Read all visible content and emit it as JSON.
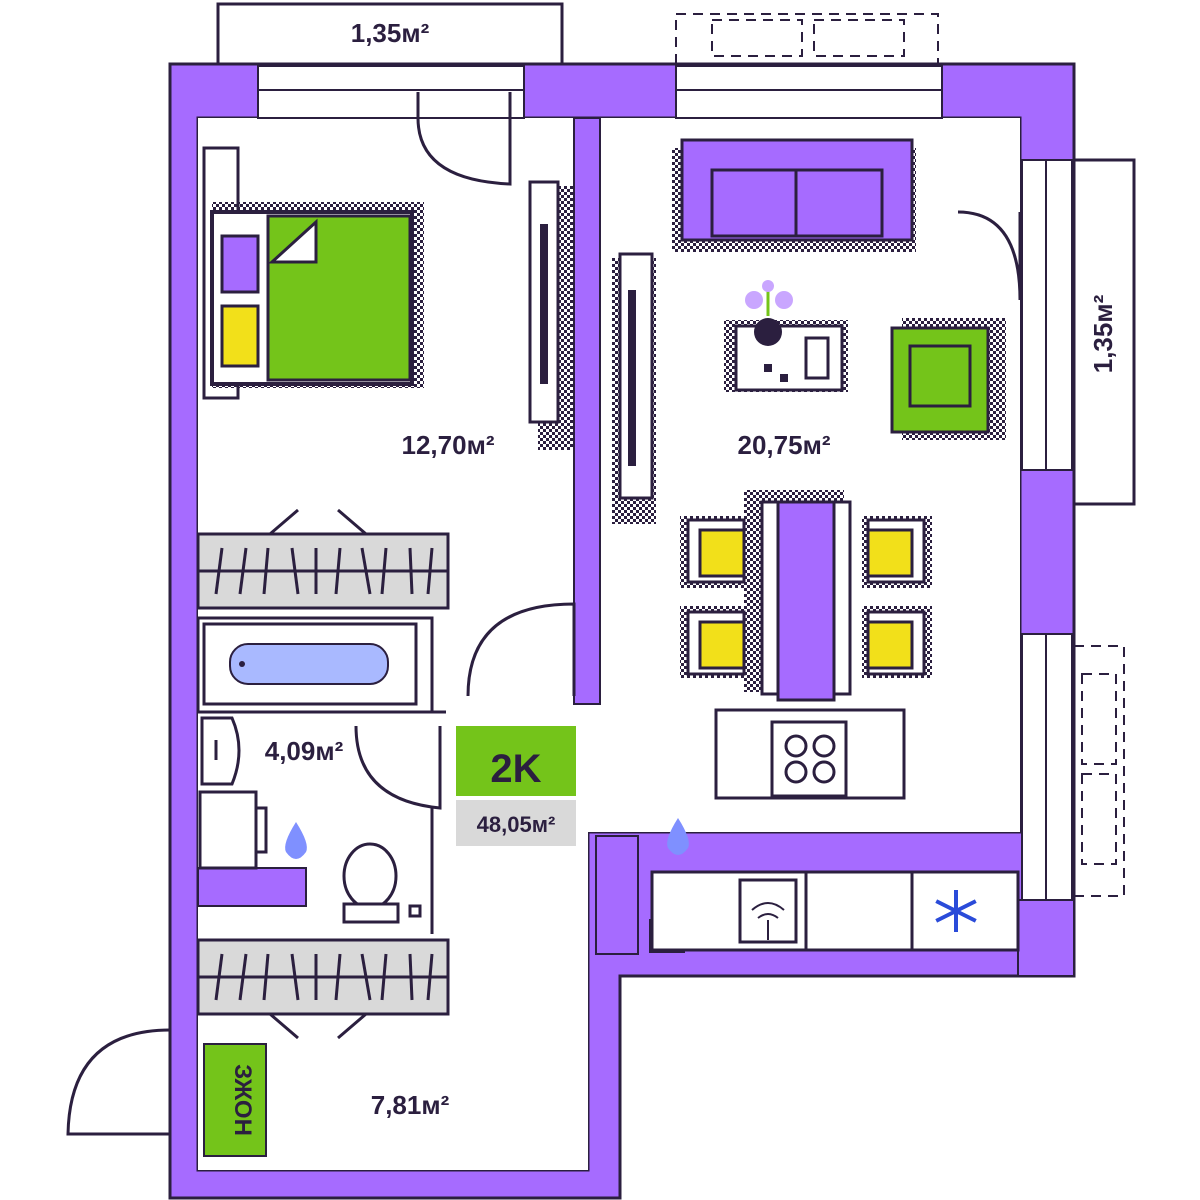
{
  "plan": {
    "rooms": {
      "bedroom_area": "12,70м²",
      "living_area": "20,75м²",
      "bathroom_area": "4,09м²",
      "hall_area": "7,81м²"
    },
    "balconies": {
      "top_area": "1,35м²",
      "right_area": "1,35м²"
    },
    "summary": {
      "type_badge": "2K",
      "total_area": "48,05м²"
    },
    "brand_logo_text": "ЗЖОН"
  },
  "colors": {
    "wall": "#a66bff",
    "outline": "#2b1f3f",
    "green": "#74c41a",
    "yellow": "#f2e01a",
    "grey": "#d9d9d9",
    "bath_blue": "#a9b9ff",
    "water_blue": "#7f90ff",
    "snow_blue": "#2a4bd9",
    "white": "#ffffff"
  },
  "icons": [
    "door-arc-icon",
    "sofa-icon",
    "armchair-icon",
    "bed-icon",
    "bathtub-icon",
    "toilet-icon",
    "sink-icon",
    "water-drop-icon",
    "stove-icon",
    "snowflake-icon",
    "vase-icon",
    "wardrobe-icon"
  ]
}
